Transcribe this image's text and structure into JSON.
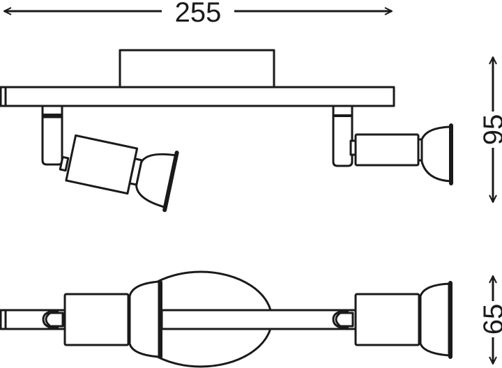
{
  "dimensions": {
    "width": "255",
    "height": "95",
    "depth": "65"
  },
  "colors": {
    "line": "#1a1a1a",
    "background": "#ffffff"
  }
}
